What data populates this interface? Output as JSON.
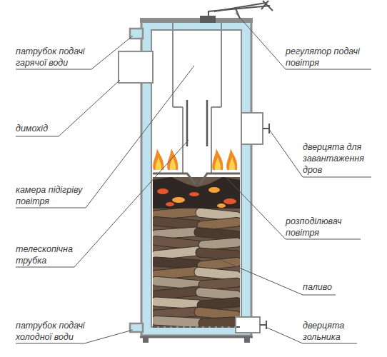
{
  "diagram": {
    "labels": [
      "патрубок подачі гарячої води",
      "регулятор подачі повітря",
      "димохід",
      "дверцята для завантаження дров",
      "камера підігріву повітря",
      "розподілювач повітря",
      "телескопічна трубка",
      "паливо",
      "патрубок подачі холодної води",
      "дверцята зольника"
    ]
  }
}
